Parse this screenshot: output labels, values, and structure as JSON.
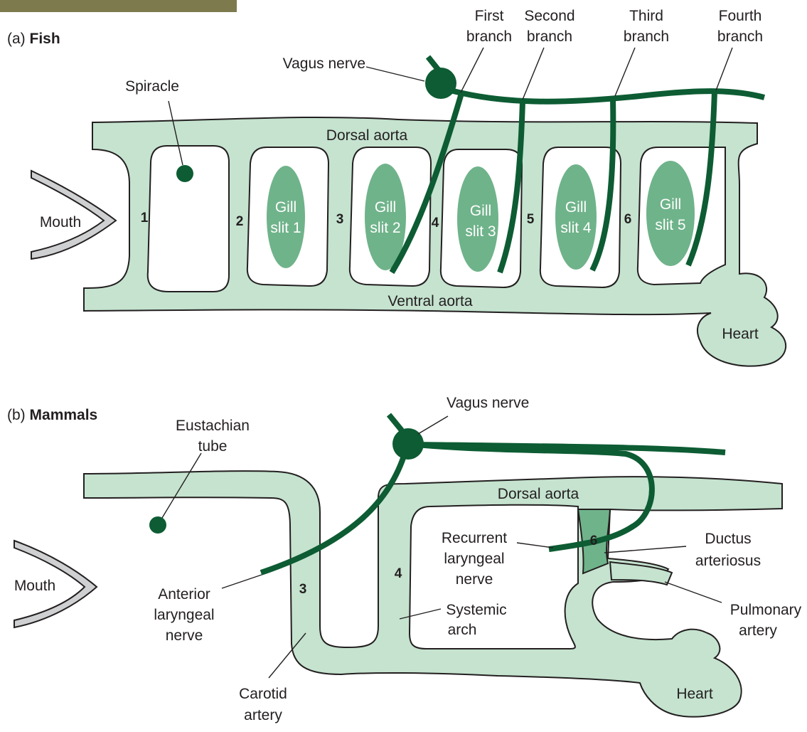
{
  "panel_a": {
    "title_prefix": "(a)",
    "title_bold": "Fish",
    "labels": {
      "vagus": "Vagus nerve",
      "first_1": "First",
      "first_2": "branch",
      "second_1": "Second",
      "second_2": "branch",
      "third_1": "Third",
      "third_2": "branch",
      "fourth_1": "Fourth",
      "fourth_2": "branch",
      "spiracle": "Spiracle",
      "dorsal": "Dorsal aorta",
      "ventral": "Ventral aorta",
      "mouth": "Mouth",
      "heart": "Heart"
    },
    "arch_numbers": [
      "1",
      "2",
      "3",
      "4",
      "5",
      "6"
    ],
    "gill_slits": [
      {
        "l1": "Gill",
        "l2": "slit 1"
      },
      {
        "l1": "Gill",
        "l2": "slit 2"
      },
      {
        "l1": "Gill",
        "l2": "slit 3"
      },
      {
        "l1": "Gill",
        "l2": "slit 4"
      },
      {
        "l1": "Gill",
        "l2": "slit 5"
      }
    ]
  },
  "panel_b": {
    "title_prefix": "(b)",
    "title_bold": "Mammals",
    "labels": {
      "vagus": "Vagus nerve",
      "eust_1": "Eustachian",
      "eust_2": "tube",
      "dorsal": "Dorsal aorta",
      "mouth": "Mouth",
      "ant_1": "Anterior",
      "ant_2": "laryngeal",
      "ant_3": "nerve",
      "rec_1": "Recurrent",
      "rec_2": "laryngeal",
      "rec_3": "nerve",
      "duct_1": "Ductus",
      "duct_2": "arteriosus",
      "sys_1": "Systemic",
      "sys_2": "arch",
      "pulm_1": "Pulmonary",
      "pulm_2": "artery",
      "carotid_1": "Carotid",
      "carotid_2": "artery",
      "heart": "Heart"
    },
    "arch_numbers": [
      "3",
      "4",
      "6"
    ]
  },
  "colors": {
    "vessel": "#c5e3cf",
    "gill": "#6fb38a",
    "nerve": "#0d5c33",
    "ductus": "#6fb38a",
    "mouth": "#cfd0d2"
  }
}
